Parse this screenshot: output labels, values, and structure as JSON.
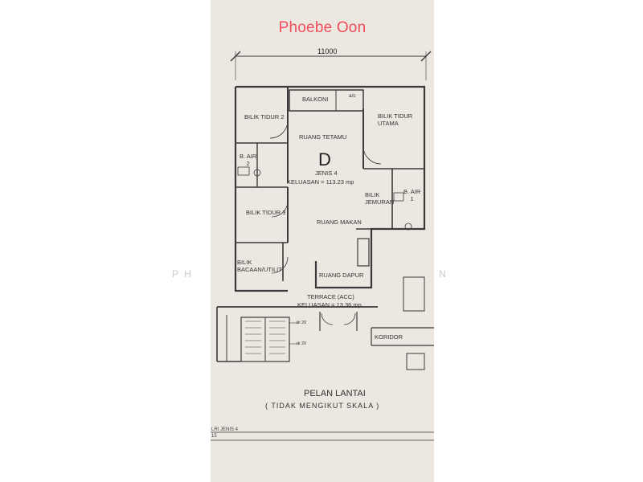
{
  "watermark": {
    "name": "Phoebe Oon",
    "ghost_left": "P H",
    "ghost_right": "N"
  },
  "dimension": {
    "width": "11000"
  },
  "plan": {
    "unit_letter": "D",
    "type": "JENIS 4",
    "area": "KELUASAN = 113.23 mp"
  },
  "rooms": {
    "balkoni": "BALKONI",
    "ac": "a/c",
    "bilik_tidur_2": "BILIK TIDUR 2",
    "ruang_tetamu": "RUANG TETAMU",
    "bilik_tidur_utama": "BILIK TIDUR\nUTAMA",
    "b_air_2": "B. AIR\n2",
    "b_air_1": "B. AIR\n1",
    "bilik_jemuran": "BILIK\nJEMURAN",
    "bilik_tidur_3": "BILIK TIDUR 3",
    "ruang_makan": "RUANG MAKAN",
    "bilik_bacaan": "BILIK\nBACAAN/UTILITI",
    "ruang_dapur": "RUANG DAPUR",
    "terrace": "TERRACE (ACC)",
    "terrace_area": "KELUASAN = 13.36 mp",
    "koridor": "KORIDOR",
    "stair_th": "th 20",
    "stair_rk": "rk 20"
  },
  "caption": {
    "title": "PELAN LANTAI",
    "subtitle": "( TIDAK MENGIKUT SKALA )"
  },
  "corner": {
    "line1": "LRI JENIS  4",
    "line2": "15"
  }
}
